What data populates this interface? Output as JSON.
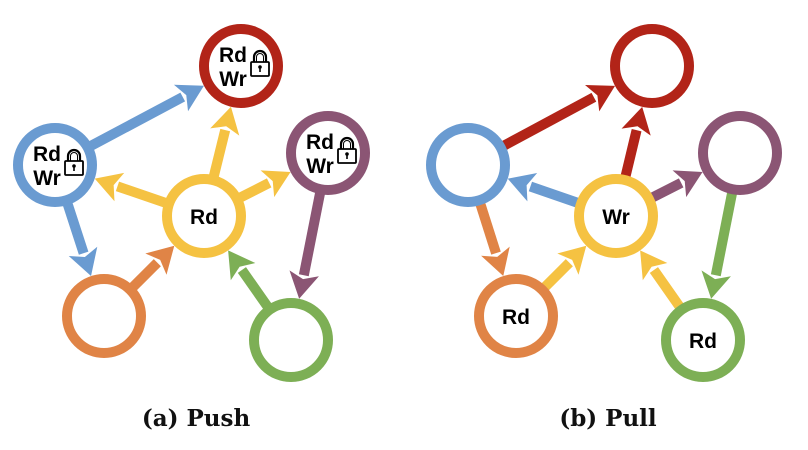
{
  "colors": {
    "red": "#b22418",
    "blue": "#6a9bd1",
    "purple": "#8b5574",
    "yellow": "#f5c242",
    "orange": "#e08446",
    "green": "#7daf55"
  },
  "panels": [
    {
      "id": "push",
      "caption": "(a) Push",
      "nodes": [
        {
          "id": "red",
          "color": "red",
          "lines": [
            "Rd",
            "Wr"
          ],
          "lock": true
        },
        {
          "id": "blue",
          "color": "blue",
          "lines": [
            "Rd",
            "Wr"
          ],
          "lock": true
        },
        {
          "id": "purple",
          "color": "purple",
          "lines": [
            "Rd",
            "Wr"
          ],
          "lock": true
        },
        {
          "id": "yellow",
          "color": "yellow",
          "lines": [
            "Rd"
          ],
          "lock": false
        },
        {
          "id": "orange",
          "color": "orange",
          "lines": [],
          "lock": false
        },
        {
          "id": "green",
          "color": "green",
          "lines": [],
          "lock": false
        }
      ],
      "edges": [
        {
          "from": "blue",
          "to": "red",
          "color": "blue"
        },
        {
          "from": "yellow",
          "to": "red",
          "color": "yellow"
        },
        {
          "from": "yellow",
          "to": "blue",
          "color": "yellow"
        },
        {
          "from": "yellow",
          "to": "purple",
          "color": "yellow"
        },
        {
          "from": "blue",
          "to": "orange",
          "color": "blue"
        },
        {
          "from": "orange",
          "to": "yellow",
          "color": "orange"
        },
        {
          "from": "green",
          "to": "yellow",
          "color": "green"
        },
        {
          "from": "purple",
          "to": "green",
          "color": "purple"
        }
      ]
    },
    {
      "id": "pull",
      "caption": "(b) Pull",
      "nodes": [
        {
          "id": "red",
          "color": "red",
          "lines": [],
          "lock": false
        },
        {
          "id": "blue",
          "color": "blue",
          "lines": [],
          "lock": false
        },
        {
          "id": "purple",
          "color": "purple",
          "lines": [],
          "lock": false
        },
        {
          "id": "yellow",
          "color": "yellow",
          "lines": [
            "Wr"
          ],
          "lock": false
        },
        {
          "id": "orange",
          "color": "orange",
          "lines": [
            "Rd"
          ],
          "lock": false
        },
        {
          "id": "green",
          "color": "green",
          "lines": [
            "Rd"
          ],
          "lock": false
        }
      ],
      "edges": [
        {
          "from": "blue",
          "to": "red",
          "color": "red"
        },
        {
          "from": "yellow",
          "to": "red",
          "color": "red"
        },
        {
          "from": "yellow",
          "to": "blue",
          "color": "blue"
        },
        {
          "from": "yellow",
          "to": "purple",
          "color": "purple"
        },
        {
          "from": "blue",
          "to": "orange",
          "color": "orange"
        },
        {
          "from": "orange",
          "to": "yellow",
          "color": "yellow"
        },
        {
          "from": "green",
          "to": "yellow",
          "color": "yellow"
        },
        {
          "from": "purple",
          "to": "green",
          "color": "green"
        }
      ]
    }
  ]
}
